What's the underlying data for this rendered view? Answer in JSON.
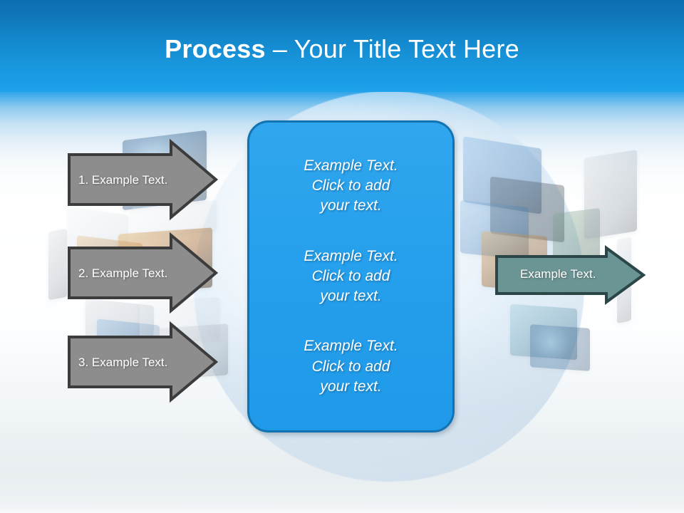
{
  "slide": {
    "title_bold": "Process",
    "title_rest": " – Your Title Text Here",
    "title_full": "Process – Your Title Text Here",
    "colors": {
      "header_top": "#0d6eb0",
      "header_bottom": "#1ca2ea",
      "panel_fill": "#26a0ec",
      "panel_border": "#1273b0",
      "gray_arrow_fill": "#8d8d8d",
      "gray_arrow_border": "#3c3c3c",
      "teal_arrow_fill": "#6b9494",
      "teal_arrow_border": "#2a4646",
      "text_white": "#ffffff"
    }
  },
  "input_arrows": [
    {
      "label": "1. Example Text.",
      "order": "1"
    },
    {
      "label": "2. Example Text.",
      "order": "2"
    },
    {
      "label": "3. Example Text.",
      "order": "3"
    }
  ],
  "center_panel": {
    "blocks": [
      {
        "line1": "Example Text.",
        "line2": "Click  to add",
        "line3": "your text."
      },
      {
        "line1": "Example Text.",
        "line2": "Click  to add",
        "line3": "your text."
      },
      {
        "line1": "Example Text.",
        "line2": "Click  to add",
        "line3": "your text."
      }
    ]
  },
  "output_arrow": {
    "label": "Example Text."
  },
  "background": {
    "globe_label": "world-globe-graphic",
    "collage_label": "floating-screens-collage"
  }
}
